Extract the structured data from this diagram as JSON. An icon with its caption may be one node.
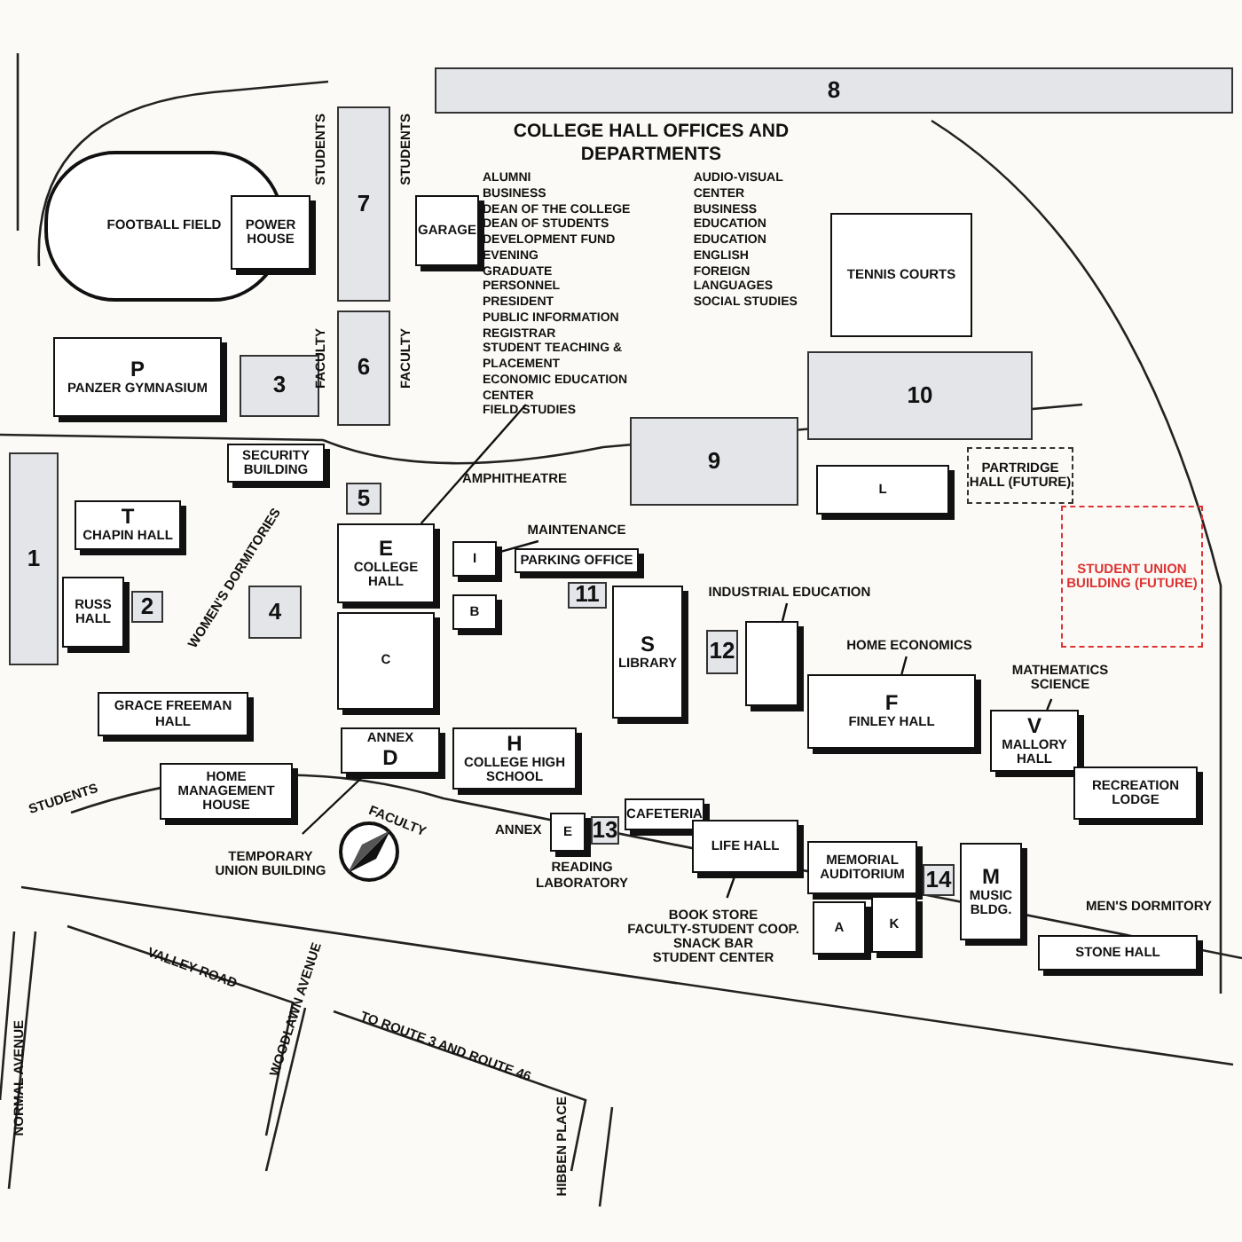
{
  "diagram": {
    "nodes": [
      {
        "text": [
          "COLLEGE HALL OFFICES AND DEPARTMENTS",
          "ALUMNI",
          "BUSINESS",
          "DEAN OF THE COLLEGE",
          "DEAN OF STUDENTS",
          "DEVELOPMENT FUND",
          "EVENING",
          "GRADUATE",
          "PERSONNEL",
          "PRESIDENT",
          "PUBLIC INFORMATION",
          "REGISTRAR",
          "STUDENT TEACHING & PLACEMENT",
          "ECONOMIC EDUCATION CENTER",
          "FIELD STUDIES",
          "AUDIO-VISUAL CENTER",
          "BUSINESS EDUCATION",
          "EDUCATION",
          "ENGLISH",
          "FOREIGN LANGUAGES",
          "SOCIAL STUDIES"
        ]
      },
      {
        "text": [
          "8"
        ]
      },
      {
        "text": [
          "FOOTBALL FIELD"
        ]
      },
      {
        "text": [
          "POWER HOUSE"
        ]
      },
      {
        "text": [
          "GARAGE"
        ]
      },
      {
        "text": [
          "7"
        ]
      },
      {
        "text": [
          "6"
        ]
      },
      {
        "text": [
          "P",
          "PANZER GYMNASIUM"
        ]
      },
      {
        "text": [
          "3"
        ]
      },
      {
        "text": [
          "TENNIS COURTS"
        ]
      },
      {
        "text": [
          "9"
        ]
      },
      {
        "text": [
          "10"
        ]
      },
      {
        "text": [
          "L"
        ]
      },
      {
        "text": [
          "PARTRIDGE HALL (FUTURE)"
        ]
      },
      {
        "text": [
          "1"
        ]
      },
      {
        "text": [
          "SECURITY BUILDING"
        ]
      },
      {
        "text": [
          "5"
        ]
      },
      {
        "text": [
          "AMPHITHEATRE"
        ]
      },
      {
        "text": [
          "T",
          "CHAPIN HALL"
        ]
      },
      {
        "text": [
          "E",
          "COLLEGE HALL"
        ]
      },
      {
        "text": [
          "MAINTENANCE"
        ]
      },
      {
        "text": [
          "PARKING OFFICE"
        ]
      },
      {
        "text": [
          "I"
        ]
      },
      {
        "text": [
          "11"
        ]
      },
      {
        "text": [
          "STUDENT UNION BUILDING (FUTURE)"
        ]
      },
      {
        "text": [
          "RUSS HALL"
        ]
      },
      {
        "text": [
          "2"
        ]
      },
      {
        "text": [
          "4"
        ]
      },
      {
        "text": [
          "B"
        ]
      },
      {
        "text": [
          "S",
          "LIBRARY"
        ]
      },
      {
        "text": [
          "INDUSTRIAL EDUCATION"
        ]
      },
      {
        "text": [],
        "shape": "box"
      },
      {
        "text": [
          "12"
        ]
      },
      {
        "text": [
          "C"
        ]
      },
      {
        "text": [
          "HOME ECONOMICS"
        ]
      },
      {
        "text": [
          "F",
          "FINLEY HALL"
        ]
      },
      {
        "text": [
          "MATHEMATICS SCIENCE"
        ]
      },
      {
        "text": [
          "V",
          "MALLORY HALL"
        ]
      },
      {
        "text": [
          "GRACE FREEMAN HALL"
        ]
      },
      {
        "text": [
          "ANNEX",
          "D"
        ]
      },
      {
        "text": [
          "H",
          "COLLEGE HIGH SCHOOL"
        ]
      },
      {
        "text": [
          "RECREATION LODGE"
        ]
      },
      {
        "text": [
          "HOME MANAGEMENT HOUSE"
        ]
      },
      {
        "text": [
          "TEMPORARY UNION BUILDING"
        ]
      },
      {
        "text": [
          "E"
        ],
        "beside": [
          "ANNEX",
          "READING LABORATORY"
        ]
      },
      {
        "text": [
          "13"
        ]
      },
      {
        "text": [
          "CAFETERIA"
        ]
      },
      {
        "text": [
          "LIFE HALL"
        ]
      },
      {
        "text": [
          "MEMORIAL AUDITORIUM"
        ]
      },
      {
        "text": [
          "A"
        ]
      },
      {
        "text": [
          "K"
        ]
      },
      {
        "text": [
          "14"
        ]
      },
      {
        "text": [
          "M",
          "MUSIC BLDG."
        ]
      },
      {
        "text": [
          "BOOK STORE",
          "FACULTY-STUDENT COOP.",
          "SNACK BAR",
          "STUDENT CENTER"
        ]
      },
      {
        "text": [
          "STONE HALL"
        ],
        "beside": [
          "MEN'S DORMITORY"
        ]
      }
    ],
    "edges": [
      {
        "from": 0,
        "to": 19,
        "arrow": "none"
      },
      {
        "from": 20,
        "to": 22,
        "arrow": "none"
      },
      {
        "from": 30,
        "to": 31,
        "arrow": "none"
      },
      {
        "from": 34,
        "to": 35,
        "arrow": "none"
      },
      {
        "from": 36,
        "to": 37,
        "arrow": "none"
      },
      {
        "from": 43,
        "to": 39,
        "arrow": "none"
      },
      {
        "from": 53,
        "to": 47,
        "arrow": "none"
      }
    ],
    "labels": [
      "STUDENTS",
      "STUDENTS",
      "FACULTY",
      "FACULTY",
      "WOMEN'S DORMITORIES",
      "STUDENTS",
      "FACULTY",
      "VALLEY ROAD",
      "NORMAL AVENUE",
      "TO ROUTE 3 AND ROUTE 46",
      "WOODLAWN AVENUE",
      "HIBBEN PLACE"
    ]
  }
}
